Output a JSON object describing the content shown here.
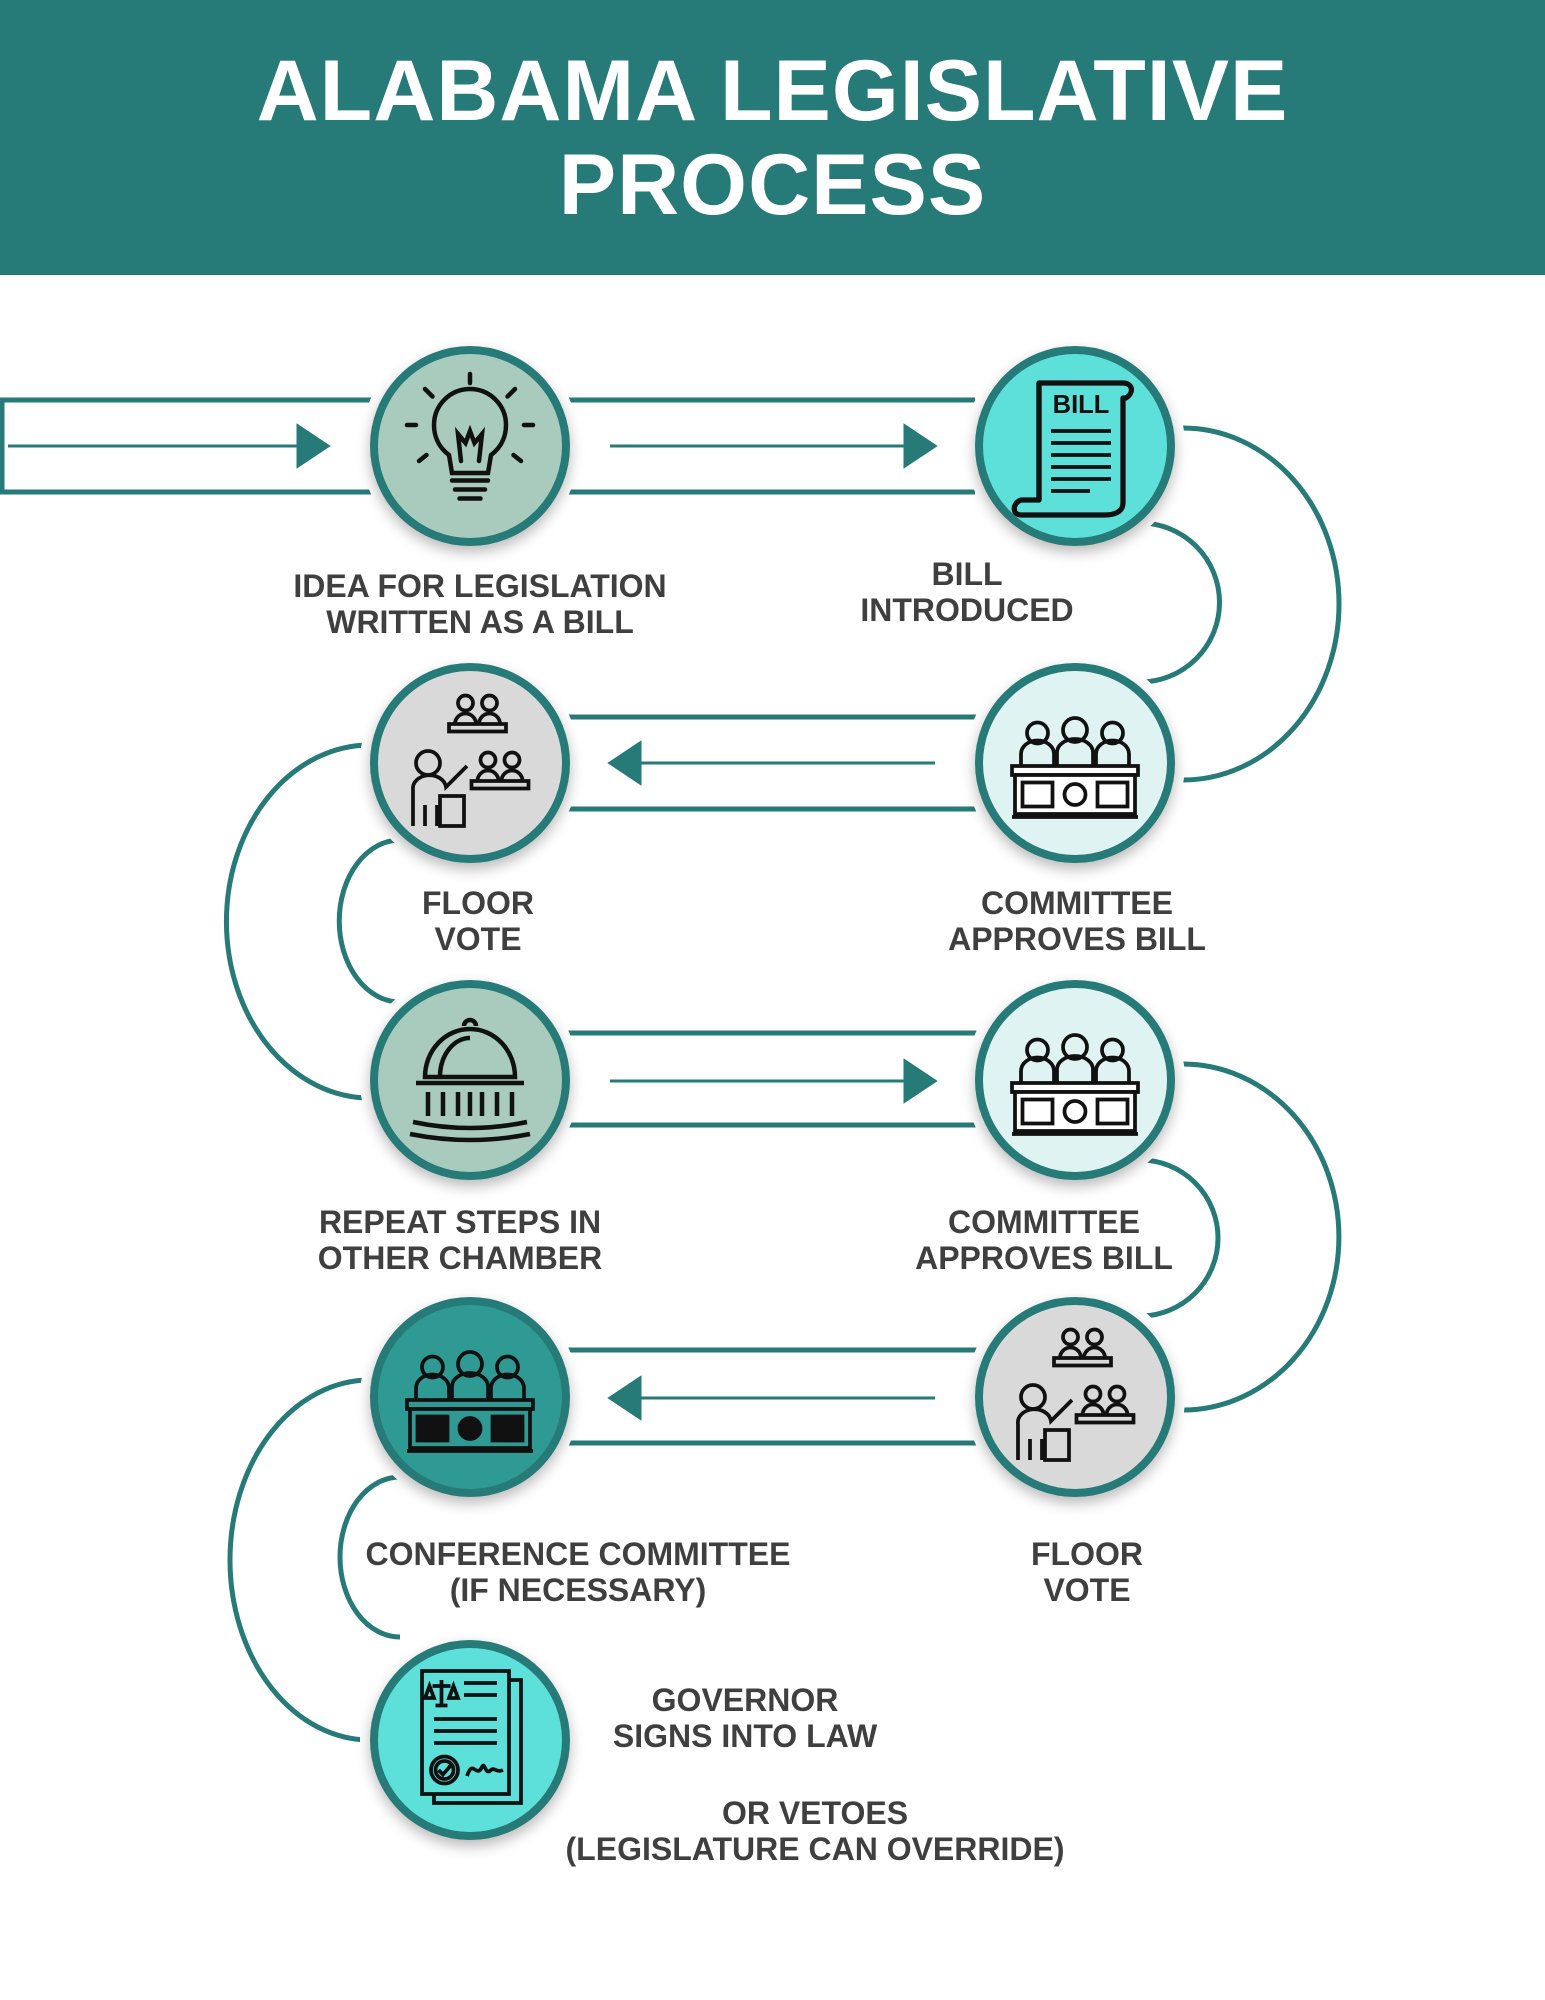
{
  "title": {
    "line1": "ALABAMA LEGISLATIVE",
    "line2": "PROCESS"
  },
  "colors": {
    "teal_dark": "#267a77",
    "teal_bright": "#5de0d9",
    "sage": "#a9cbbd",
    "gray": "#d9d9d9",
    "pale": "#dff4f2",
    "text": "#3f3f3f"
  },
  "steps": [
    {
      "icon": "lightbulb-icon",
      "line1": "IDEA FOR LEGISLATION",
      "line2": "WRITTEN AS A BILL"
    },
    {
      "icon": "bill-scroll-icon",
      "line1": "BILL",
      "line2": "INTRODUCED"
    },
    {
      "icon": "committee-icon",
      "line1": "COMMITTEE",
      "line2": "APPROVES BILL"
    },
    {
      "icon": "speaker-audience-icon",
      "line1": "FLOOR",
      "line2": "VOTE"
    },
    {
      "icon": "capitol-dome-icon",
      "line1": "REPEAT STEPS IN",
      "line2": "OTHER CHAMBER"
    },
    {
      "icon": "committee-icon",
      "line1": "COMMITTEE",
      "line2": "APPROVES BILL"
    },
    {
      "icon": "speaker-audience-icon",
      "line1": "FLOOR",
      "line2": "VOTE"
    },
    {
      "icon": "conference-committee-icon",
      "line1": "CONFERENCE COMMITTEE",
      "line2": "(IF NECESSARY)"
    },
    {
      "icon": "signed-law-document-icon",
      "line1": "GOVERNOR",
      "line2": "SIGNS INTO LAW",
      "line3": "OR VETOES",
      "line4": "(LEGISLATURE CAN OVERRIDE)"
    }
  ]
}
